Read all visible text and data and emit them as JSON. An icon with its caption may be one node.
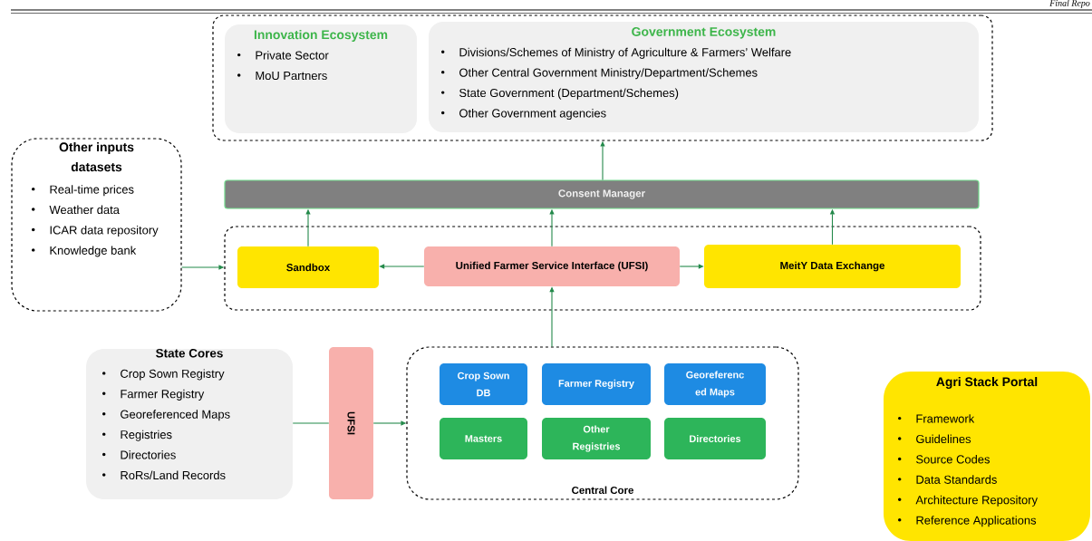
{
  "diagram": {
    "nodes": [
      {
        "text": [],
        "shape": "box"
      },
      {
        "text": [
          "Innovation Ecosystem",
          "Private Sector",
          "MoU Partners"
        ],
        "in": 0
      },
      {
        "text": [
          "Government Ecosystem",
          "Divisions/Schemes of Ministry of Agriculture & Farmers’ Welfare",
          "Other Central Government Ministry/Department/Schemes",
          "State Government (Department/Schemes)",
          "Other Government agencies"
        ],
        "in": 0
      },
      {
        "text": [
          "Other inputs datasets",
          "Real-time prices",
          "Weather data",
          "ICAR data repository",
          "Knowledge bank"
        ]
      },
      {
        "text": [
          "Consent Manager"
        ]
      },
      {
        "text": [],
        "shape": "box"
      },
      {
        "text": [
          "Sandbox"
        ],
        "in": 5
      },
      {
        "text": [
          "Unified Farmer Service Interface (UFSI)"
        ],
        "in": 5
      },
      {
        "text": [
          "MeitY Data Exchange"
        ],
        "in": 5
      },
      {
        "text": [
          "State Cores",
          "Crop Sown Registry",
          "Farmer Registry",
          "Georeferenced Maps",
          "Registries",
          "Directories",
          "RoRs/Land Records"
        ]
      },
      {
        "text": [
          "UFSI"
        ]
      },
      {
        "text": [
          "Central Core"
        ]
      },
      {
        "text": [
          "Crop Sown DB"
        ],
        "in": 11
      },
      {
        "text": [
          "Farmer Registry"
        ],
        "in": 11
      },
      {
        "text": [
          "Georeferenc ed Maps"
        ],
        "in": 11
      },
      {
        "text": [
          "Masters"
        ],
        "in": 11
      },
      {
        "text": [
          "Other Registries"
        ],
        "in": 11
      },
      {
        "text": [
          "Directories"
        ],
        "in": 11
      },
      {
        "text": [
          "Agri Stack Portal",
          "Framework",
          "Guidelines",
          "Source Codes",
          "Data Standards",
          "Architecture Repository",
          "Reference Applications"
        ]
      }
    ],
    "edges": [
      {
        "from": 3,
        "to": 5,
        "arrow": "to"
      },
      {
        "from": 7,
        "to": 6,
        "arrow": "to"
      },
      {
        "from": 7,
        "to": 8,
        "arrow": "to"
      },
      {
        "from": 6,
        "to": 4,
        "arrow": "to"
      },
      {
        "from": 7,
        "to": 4,
        "arrow": "to"
      },
      {
        "from": 8,
        "to": 4,
        "arrow": "to"
      },
      {
        "from": 4,
        "to": 0,
        "arrow": "to"
      },
      {
        "from": 11,
        "to": 7,
        "arrow": "to"
      },
      {
        "from": 9,
        "to": 10,
        "arrow": "none"
      },
      {
        "from": 10,
        "to": 11,
        "arrow": "to"
      }
    ],
    "labels": [
      "Final Repo"
    ]
  }
}
